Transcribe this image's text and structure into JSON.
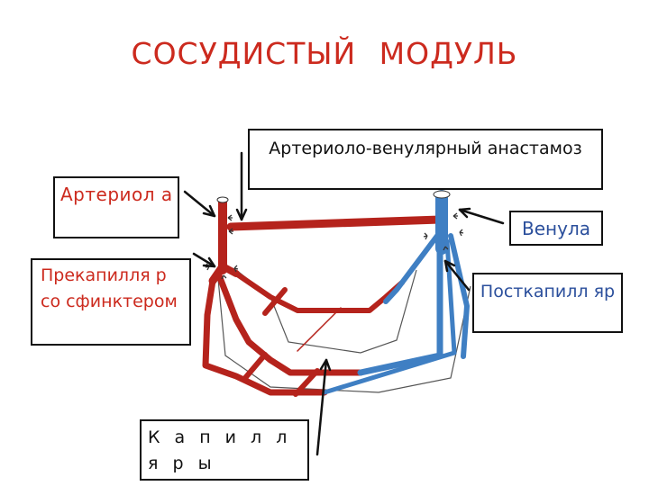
{
  "title": "СОСУДИСТЫЙ   МОДУЛЬ",
  "labels": {
    "anastomosis": "Артериоло-венулярный анастамоз",
    "arteriole": "Артериол а",
    "precapillary": "Прекапилля р со сфинктером",
    "venule": "Венула",
    "postcapillary": "Посткапилл яр",
    "capillaries": "К а п и л л я р ы"
  },
  "colors": {
    "arterial": "#b5231c",
    "venous": "#3f7fc3",
    "title": "#cc2a1e",
    "venous_label": "#2b4f9c"
  }
}
